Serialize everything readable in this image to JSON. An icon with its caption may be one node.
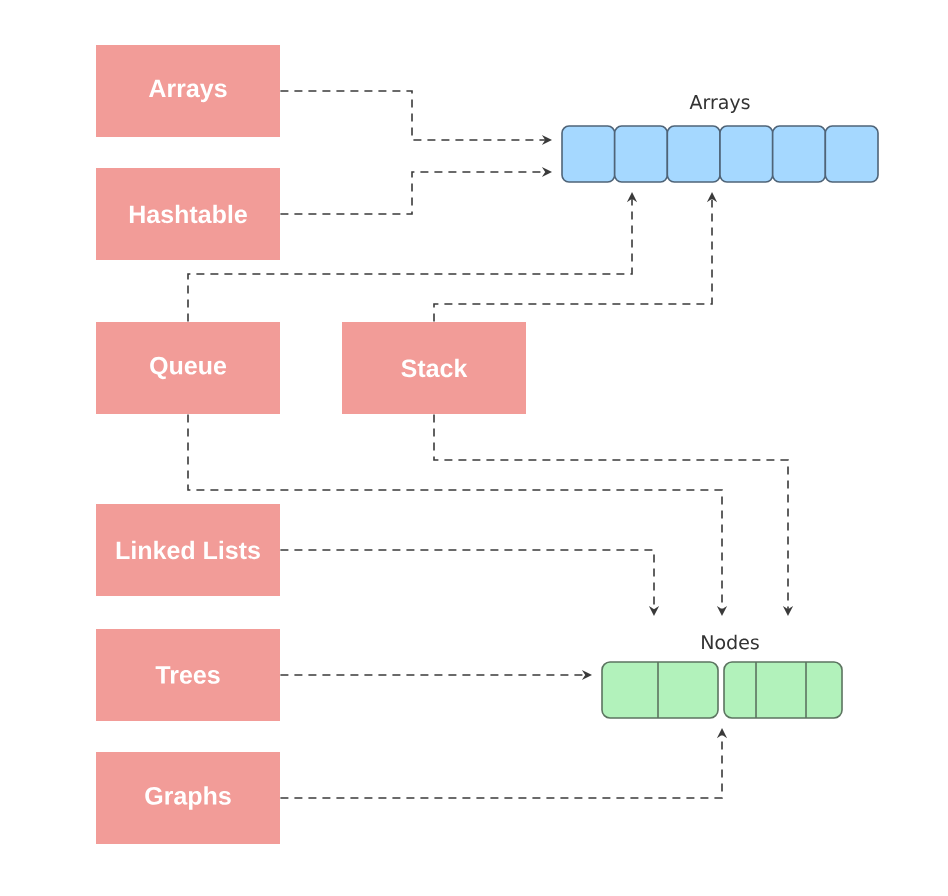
{
  "diagram": {
    "nodes": [
      {
        "text": [
          "Arrays"
        ]
      },
      {
        "text": [
          "Hashtable"
        ]
      },
      {
        "text": [
          "Queue"
        ]
      },
      {
        "text": [
          "Stack"
        ]
      },
      {
        "text": [
          "Linked Lists"
        ]
      },
      {
        "text": [
          "Trees"
        ]
      },
      {
        "text": [
          "Graphs"
        ]
      },
      {
        "text": [
          "Arrays"
        ]
      },
      {
        "text": [
          "Nodes"
        ]
      }
    ],
    "edges": [
      {
        "from": 0,
        "to": 7,
        "arrow": "to"
      },
      {
        "from": 1,
        "to": 7,
        "arrow": "to"
      },
      {
        "from": 2,
        "to": 7,
        "arrow": "to"
      },
      {
        "from": 3,
        "to": 7,
        "arrow": "to"
      },
      {
        "from": 2,
        "to": 8,
        "arrow": "to"
      },
      {
        "from": 3,
        "to": 8,
        "arrow": "to"
      },
      {
        "from": 4,
        "to": 8,
        "arrow": "to"
      },
      {
        "from": 5,
        "to": 8,
        "arrow": "to"
      },
      {
        "from": 6,
        "to": 8,
        "arrow": "to"
      }
    ]
  }
}
